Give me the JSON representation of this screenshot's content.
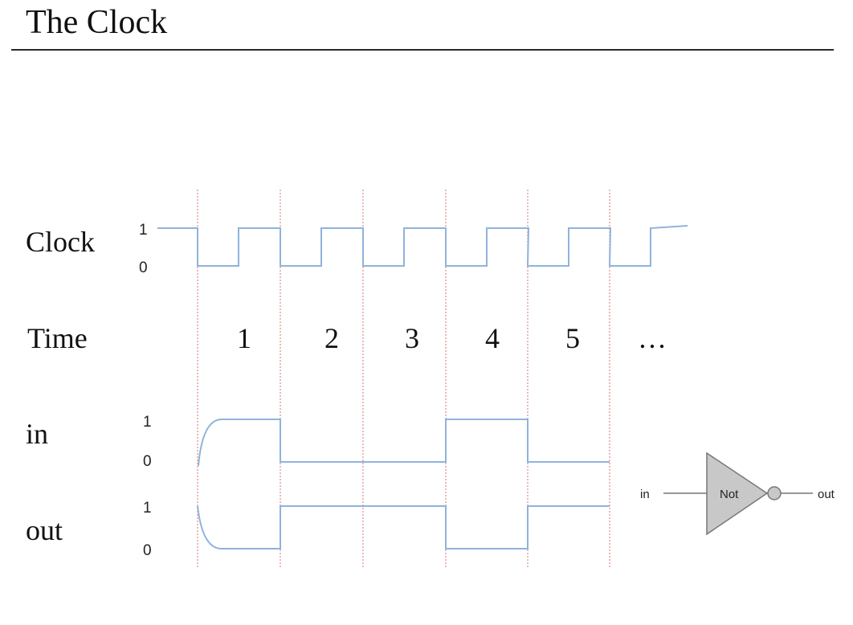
{
  "slide": {
    "title": "The Clock"
  },
  "rows": {
    "clock": {
      "label": "Clock",
      "high_label": "1",
      "low_label": "0"
    },
    "time": {
      "label": "Time"
    },
    "in": {
      "label": "in",
      "high_label": "1",
      "low_label": "0"
    },
    "out": {
      "label": "out",
      "high_label": "1",
      "low_label": "0"
    }
  },
  "time_steps": [
    "1",
    "2",
    "3",
    "4",
    "5",
    "…"
  ],
  "waveforms": {
    "clock": {
      "initial": 1,
      "levels_per_step": [
        [
          0,
          1
        ],
        [
          0,
          1
        ],
        [
          0,
          1
        ],
        [
          0,
          1
        ],
        [
          0,
          1
        ],
        [
          0,
          1
        ]
      ]
    },
    "in": {
      "levels_per_step": [
        1,
        0,
        0,
        1,
        0
      ]
    },
    "out": {
      "levels_per_step": [
        0,
        1,
        1,
        0,
        1
      ]
    }
  },
  "not_gate": {
    "input_label": "in",
    "gate_label": "Not",
    "output_label": "out"
  },
  "colors": {
    "signal": "#8fb3dd",
    "divider": "#e59a9a",
    "gate_fill": "#c8c8c8",
    "gate_stroke": "#777777"
  }
}
